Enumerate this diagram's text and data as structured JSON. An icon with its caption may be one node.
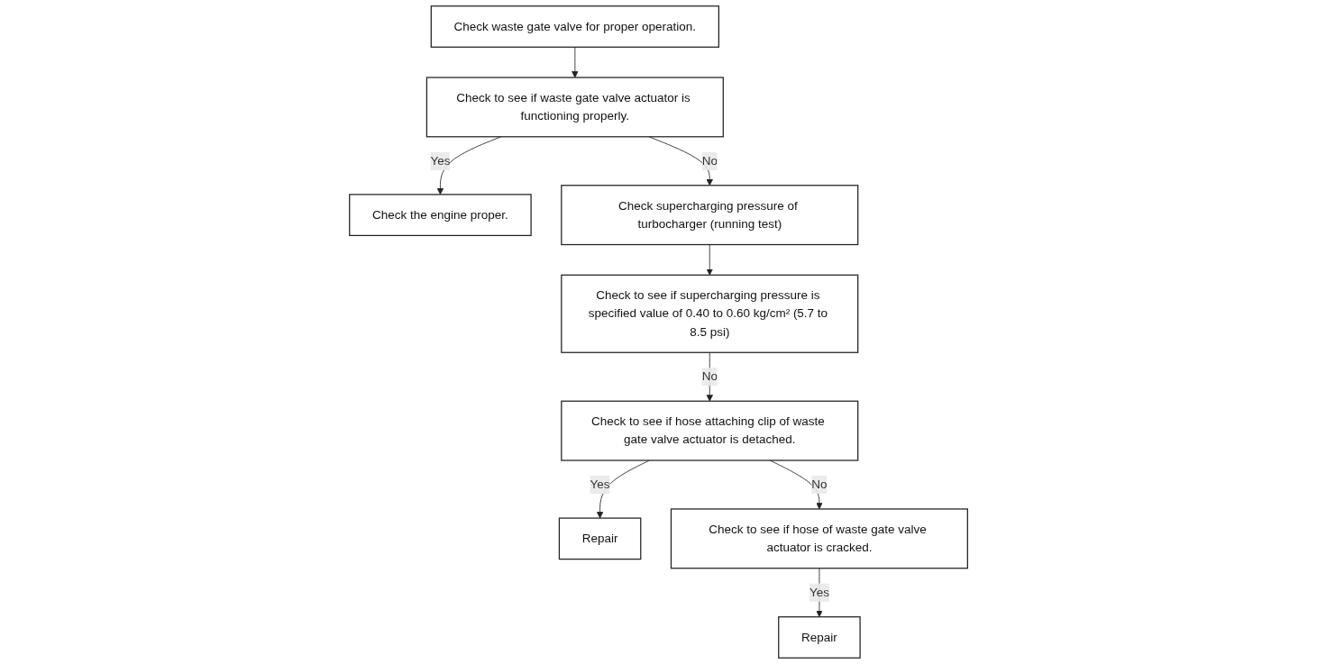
{
  "diagram": {
    "nodes": [
      {
        "text": [
          "Check waste gate valve for proper operation."
        ]
      },
      {
        "text": [
          "Check to see if waste gate valve actuator is functioning properly."
        ]
      },
      {
        "text": [
          "Check the engine proper."
        ]
      },
      {
        "text": [
          "Check supercharging pressure of turbocharger (running test)"
        ]
      },
      {
        "text": [
          "Check to see if supercharging pressure is specified value of 0.40 to 0.60 kg/cm² (5.7 to 8.5 psi)"
        ]
      },
      {
        "text": [
          "Check to see if hose attaching clip of waste gate valve actuator is detached."
        ]
      },
      {
        "text": [
          "Repair"
        ]
      },
      {
        "text": [
          "Check to see if hose of waste gate valve actuator is cracked."
        ]
      },
      {
        "text": [
          "Repair"
        ]
      }
    ],
    "edges": [
      {
        "from": 0,
        "to": 1,
        "arrow": "to"
      },
      {
        "from": 1,
        "to": 2,
        "arrow": "to",
        "label": "Yes"
      },
      {
        "from": 1,
        "to": 3,
        "arrow": "to",
        "label": "No"
      },
      {
        "from": 3,
        "to": 4,
        "arrow": "to"
      },
      {
        "from": 4,
        "to": 5,
        "arrow": "to",
        "label": "No"
      },
      {
        "from": 5,
        "to": 6,
        "arrow": "to",
        "label": "Yes"
      },
      {
        "from": 5,
        "to": 7,
        "arrow": "to",
        "label": "No"
      },
      {
        "from": 7,
        "to": 8,
        "arrow": "to",
        "label": "Yes"
      }
    ]
  }
}
